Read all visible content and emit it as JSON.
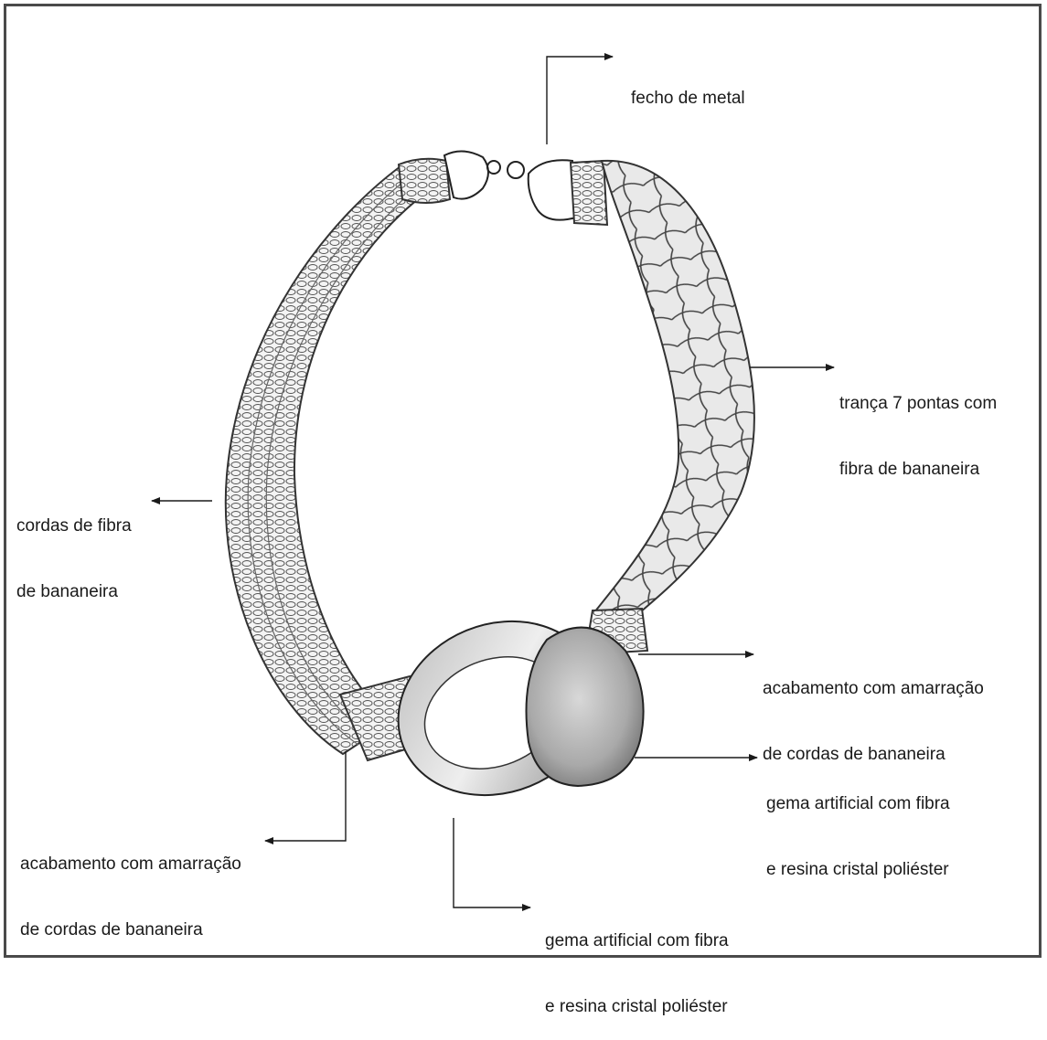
{
  "labels": {
    "clasp": [
      "fecho de metal"
    ],
    "braid": [
      "trança 7 pontas com",
      "fibra de bananeira"
    ],
    "cords": [
      "cordas de fibra",
      "de bananeira"
    ],
    "finish_right": [
      "acabamento com amarração",
      "de cordas de bananeira"
    ],
    "gem_right": [
      "gema artificial com fibra",
      "e resina cristal poliéster"
    ],
    "finish_left": [
      "acabamento com amarração",
      "de cordas de bananeira"
    ],
    "gem_bottom": [
      "gema artificial com fibra",
      "e resina cristal poliéster"
    ]
  }
}
